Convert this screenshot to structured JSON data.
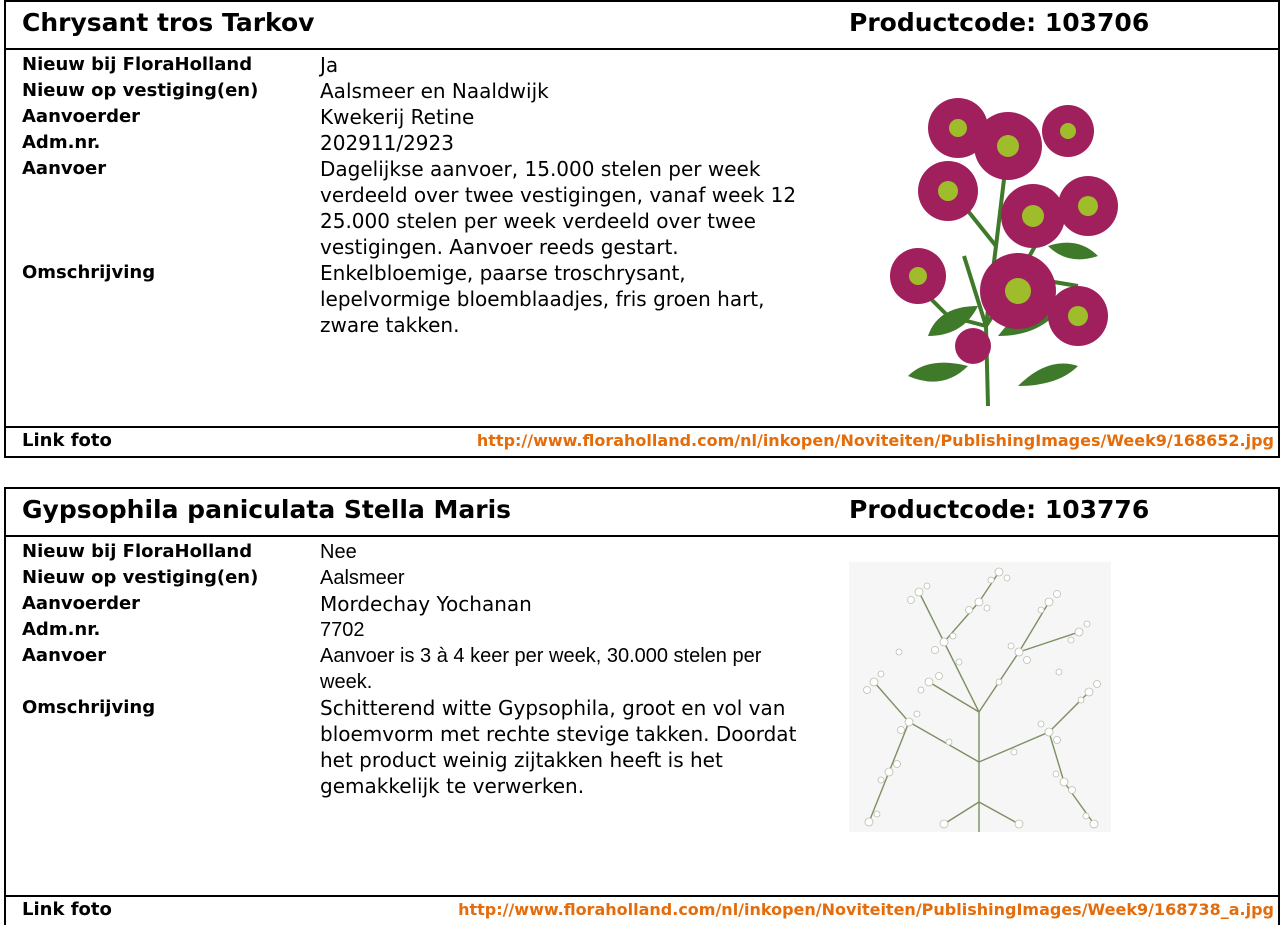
{
  "products": [
    {
      "title": "Chrysant tros Tarkov",
      "code": "Productcode: 103706",
      "rows": [
        {
          "label": "Nieuw bij FloraHolland",
          "value": "Ja"
        },
        {
          "label": "Nieuw op vestiging(en)",
          "value": "Aalsmeer en Naaldwijk"
        },
        {
          "label": "Aanvoerder",
          "value": "Kwekerij Retine"
        },
        {
          "label": "Adm.nr.",
          "value": "202911/2923"
        },
        {
          "label": "Aanvoer",
          "value": "Dagelijkse aanvoer, 15.000 stelen per week verdeeld over twee vestigingen, vanaf week 12 25.000 stelen per week verdeeld over twee vestigingen. Aanvoer reeds gestart."
        },
        {
          "label": "Omschrijving",
          "value": "Enkelbloemige, paarse troschrysant, lepelvormige bloemblaadjes, fris groen hart, zware takken."
        }
      ],
      "link_label": "Link foto",
      "link_url": "http://www.floraholland.com/nl/inkopen/Noviteiten/PublishingImages/Week9/168652.jpg",
      "colors": {
        "petal": "#a0205e",
        "center": "#9fbd2a",
        "leaf": "#3f7a2a"
      }
    },
    {
      "title": "Gypsophila paniculata Stella Maris",
      "code": "Productcode: 103776",
      "rows": [
        {
          "label": "Nieuw bij FloraHolland",
          "value": "Nee"
        },
        {
          "label": "Nieuw op vestiging(en)",
          "value": "Aalsmeer"
        },
        {
          "label": "Aanvoerder",
          "value": "Mordechay Yochanan"
        },
        {
          "label": "Adm.nr.",
          "value": "7702"
        },
        {
          "label": "Aanvoer",
          "value": "Aanvoer is 3 à 4 keer per week, 30.000 stelen per week."
        },
        {
          "label": "Omschrijving",
          "value": "Schitterend witte Gypsophila, groot en vol van bloemvorm met rechte stevige takken. Doordat het product weinig zijtakken heeft is het gemakkelijk te verwerken."
        }
      ],
      "link_label": "Link foto",
      "link_url": "http://www.floraholland.com/nl/inkopen/Noviteiten/PublishingImages/Week9/168738_a.jpg",
      "colors": {
        "flower": "#f4f4ee",
        "stem": "#7c8f62"
      }
    }
  ]
}
